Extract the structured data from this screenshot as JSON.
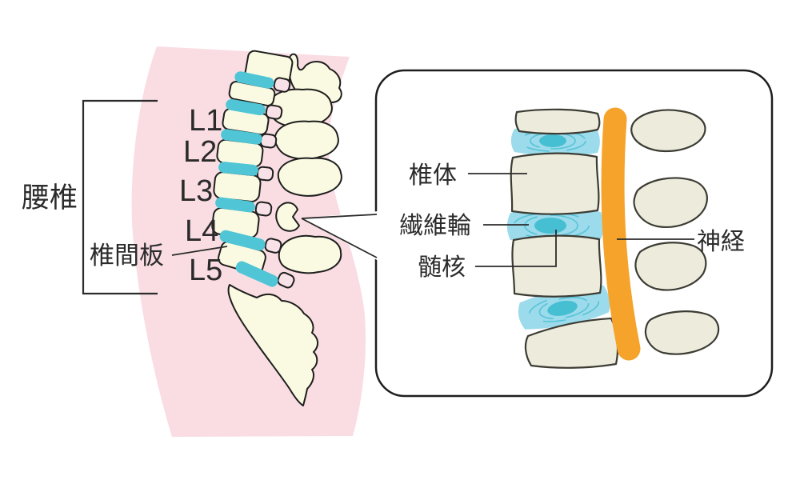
{
  "overview": {
    "bracket_label": "腰椎",
    "vertebrae": [
      "L1",
      "L2",
      "L3",
      "L4",
      "L5"
    ],
    "disc_label": "椎間板"
  },
  "detail": {
    "vertebral_body_label": "椎体",
    "annulus_label": "繊維輪",
    "nucleus_label": "髄核",
    "nerve_label": "神経"
  },
  "colors": {
    "body_pink": "#F9DDE3",
    "facet_pink": "#F8E2E8",
    "bone_cream": "#FAFAE2",
    "bone_beige": "#EDEBDC",
    "disc_teal": "#4FC5D6",
    "disc_blue": "#9CDBEB",
    "disc_swirl": "#57C3D8",
    "nucleus_teal": "#47BFD2",
    "nerve_orange": "#F6A32C",
    "outline_dark": "#1E1E1E",
    "detail_outline": "#3C3C34",
    "label_color": "#2B2B2B"
  }
}
